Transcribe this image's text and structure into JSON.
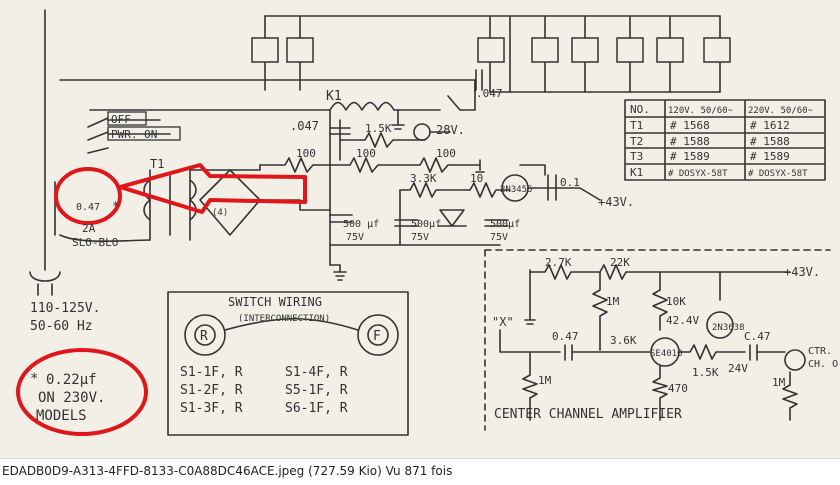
{
  "colors": {
    "paper": "#f1efe6",
    "ink": "#333333",
    "highlight": "#e0161b"
  },
  "labels": {
    "k1": "K1",
    "c_047_top": ".047",
    "c_047_mid": ".047",
    "r_15k": "1.5K",
    "lamp": "28V.",
    "off": "OFF",
    "pwr_on": "PWR. ON",
    "t1": "T1",
    "r100_a": "100",
    "r100_b": "100",
    "r100_c": "100",
    "r_33k": "3.3K",
    "r_10": "10",
    "transistor_1": "2N3455",
    "c_01": "0.1",
    "v_plus_43": "+43V.",
    "c_047_marked": "0.47",
    "asterisk": "*",
    "fuse": "2A",
    "fuse_type": "SLO-BLO",
    "cap_500_a_1": "500 µf",
    "cap_500_a_2": "75V",
    "cap_500_b_1": "500µf",
    "cap_500_b_2": "75V",
    "cap_500_c_1": "500µf",
    "cap_500_c_2": "75V",
    "mains_1": "110-125V.",
    "mains_2": "50-60 Hz",
    "bridge_4": "(4)",
    "r_27k": "2.7K",
    "r_22k": "22K",
    "v_plus_43_amp": "+43V.",
    "r_1m_a": "1M",
    "r_10k": "10K",
    "v_424": "42.4V",
    "transistor_2": "2N3638",
    "input_x": "\"X\"",
    "c_047_amp": "0.47",
    "r_36k": "3.6K",
    "transistor_3": "SE4010",
    "c_47_out": "C.47",
    "out_1": "CTR.",
    "out_2": "CH. O",
    "r_15k_amp": "1.5K",
    "v_24": "24V",
    "r_1m_b": "1M",
    "r_1m_c": "1M",
    "r_470": "470",
    "amp_title": "CENTER CHANNEL AMPLIFIER",
    "note_1": "0.22µf",
    "note_2": "ON 230V.",
    "note_3": "MODELS",
    "note_asterisk": "*"
  },
  "switch_wiring": {
    "title": "SWITCH WIRING",
    "subtitle": "(INTERCONNECTION)",
    "left_letter": "R",
    "right_letter": "F",
    "items_left": [
      "S1-1F, R",
      "S1-2F, R",
      "S1-3F, R"
    ],
    "items_right": [
      "S1-4F, R",
      "S5-1F, R",
      "S6-1F, R"
    ]
  },
  "parts_table": {
    "headers": [
      "NO.",
      "120V. 50/60~",
      "220V. 50/60~"
    ],
    "rows": [
      [
        "T1",
        "# 1568",
        "# 1612"
      ],
      [
        "T2",
        "# 1588",
        "# 1588"
      ],
      [
        "T3",
        "# 1589",
        "# 1589"
      ],
      [
        "K1",
        "# DOSYX-58T",
        "# DOSYX-58T"
      ]
    ]
  },
  "caption": "EDADB0D9-A313-4FFD-8133-C0A88DC46ACE.jpeg (727.59 Kio) Vu 871 fois"
}
